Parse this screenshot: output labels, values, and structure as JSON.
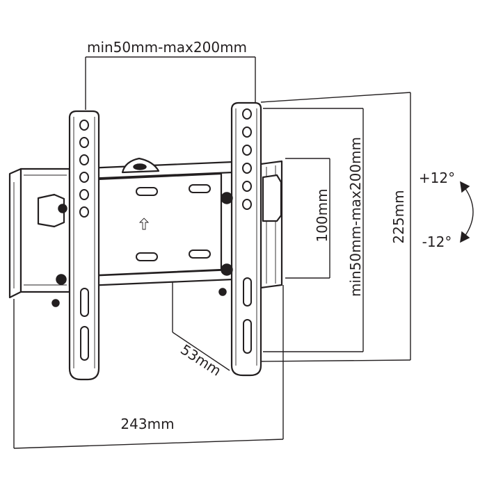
{
  "dimensions": {
    "horizontal_spacing": "min50mm-max200mm",
    "vertical_spacing": "min50mm-max200mm",
    "plate_height": "100mm",
    "total_height": "225mm",
    "depth": "53mm",
    "width": "243mm"
  },
  "tilt": {
    "up": "+12°",
    "down": "-12°"
  },
  "colors": {
    "ink": "#231f20",
    "paper": "#ffffff"
  }
}
